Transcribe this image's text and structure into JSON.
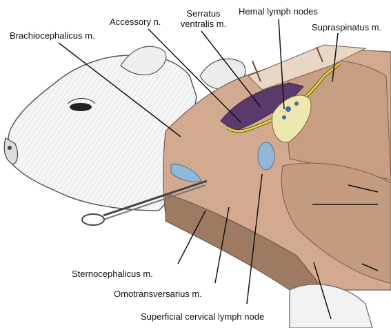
{
  "labels": {
    "brachiocephalicus": "Brachiocephalicus m.",
    "accessory": "Accessory n.",
    "serratus_line1": "Serratus",
    "serratus_line2": "ventralis m.",
    "hemal": "Hemal lymph nodes",
    "supraspinatus": "Supraspinatus m.",
    "sternocephalicus": "Sternocephalicus m.",
    "omotransversarius": "Omotransversarius m.",
    "superficial_cervical": "Superficial cervical lymph node"
  },
  "colors": {
    "leader_line": "#111111",
    "nerve": "#e8d43a",
    "serratus": "#5a3a6a",
    "lymph_node": "#8fb9d6",
    "muscle": "#cfa58a",
    "muscle_dark": "#a8826a",
    "skin": "#f4f4f4"
  }
}
